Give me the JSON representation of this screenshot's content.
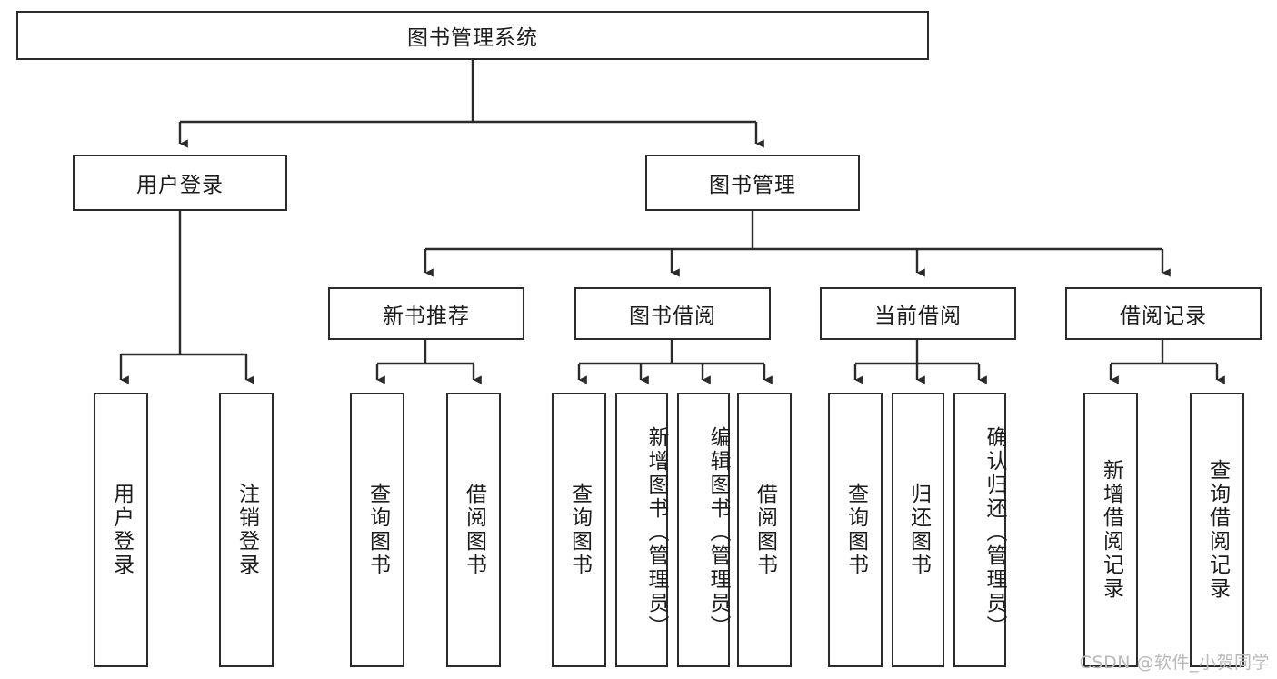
{
  "diagram": {
    "title_box": {
      "label": "图书管理系统"
    },
    "level2": [
      {
        "id": "user-login",
        "label": "用户登录"
      },
      {
        "id": "book-management",
        "label": "图书管理"
      }
    ],
    "level3": [
      {
        "id": "new-book-recommend",
        "label": "新书推荐"
      },
      {
        "id": "book-borrow",
        "label": "图书借阅"
      },
      {
        "id": "current-borrow",
        "label": "当前借阅"
      },
      {
        "id": "borrow-record",
        "label": "借阅记录"
      }
    ],
    "leaves": {
      "user_login": [
        {
          "id": "leaf-user-login",
          "label": "用户登录"
        },
        {
          "id": "leaf-logout",
          "label": "注销登录"
        }
      ],
      "new_book_recommend": [
        {
          "id": "leaf-query-book-1",
          "label": "查询图书"
        },
        {
          "id": "leaf-borrow-book-1",
          "label": "借阅图书"
        }
      ],
      "book_borrow": [
        {
          "id": "leaf-query-book-2",
          "label": "查询图书"
        },
        {
          "id": "leaf-add-book",
          "label": "新增图书（管理员）"
        },
        {
          "id": "leaf-edit-book",
          "label": "编辑图书（管理员）"
        },
        {
          "id": "leaf-borrow-book-2",
          "label": "借阅图书"
        }
      ],
      "current_borrow": [
        {
          "id": "leaf-query-book-3",
          "label": "查询图书"
        },
        {
          "id": "leaf-return-book",
          "label": "归还图书"
        },
        {
          "id": "leaf-confirm-return",
          "label": "确认归还（管理员）"
        }
      ],
      "borrow_record": [
        {
          "id": "leaf-add-record",
          "label": "新增借阅记录"
        },
        {
          "id": "leaf-query-record",
          "label": "查询借阅记录"
        }
      ]
    }
  },
  "watermark": {
    "text": "CSDN @软件_小贺同学"
  },
  "colors": {
    "stroke": "#2b2b2b",
    "background": "#ffffff",
    "text": "#1c1c1c",
    "watermark": "#b9b9b9"
  }
}
